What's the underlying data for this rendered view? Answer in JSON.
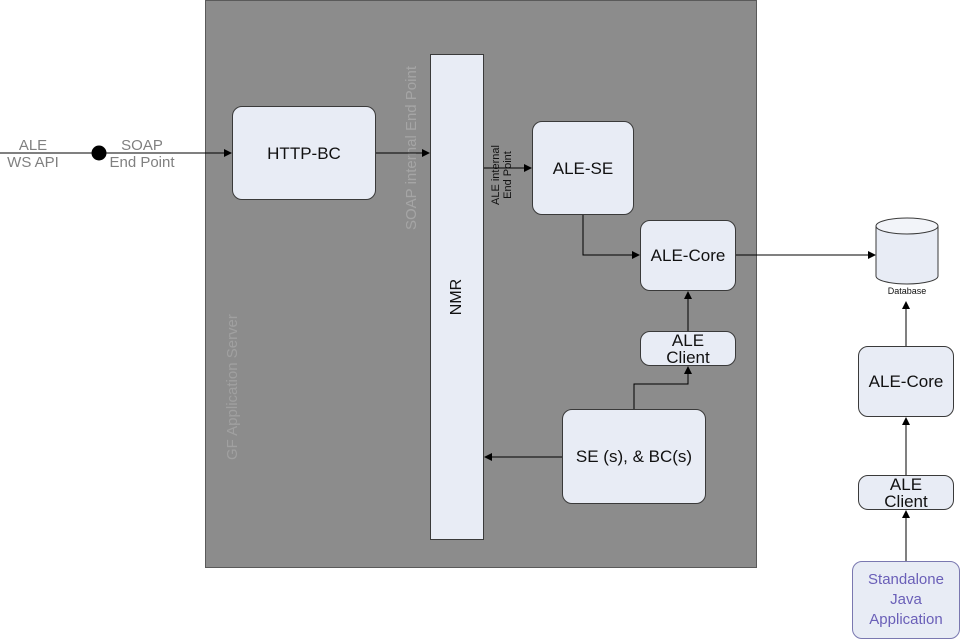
{
  "external_api": {
    "line1": "ALE",
    "line2": "WS API"
  },
  "soap_endpoint": {
    "line1": "SOAP",
    "line2": "End Point"
  },
  "server": {
    "label": "GF Application Server"
  },
  "nmr": {
    "label": "NMR"
  },
  "soap_internal": {
    "label": "SOAP internal End Point"
  },
  "ale_internal": {
    "line1": "ALE internal",
    "line2": "End Point"
  },
  "nodes": {
    "http_bc": "HTTP-BC",
    "ale_se": "ALE-SE",
    "ale_core_inner": "ALE-Core",
    "ale_client_inner": {
      "line1": "ALE",
      "line2": "Client"
    },
    "se_bc": "SE (s), & BC(s)",
    "ale_core_outer": "ALE-Core",
    "ale_client_outer": {
      "line1": "ALE",
      "line2": "Client"
    },
    "standalone": {
      "line1": "Standalone",
      "line2": "Java",
      "line3": "Application"
    }
  },
  "database": {
    "label": "Database"
  }
}
